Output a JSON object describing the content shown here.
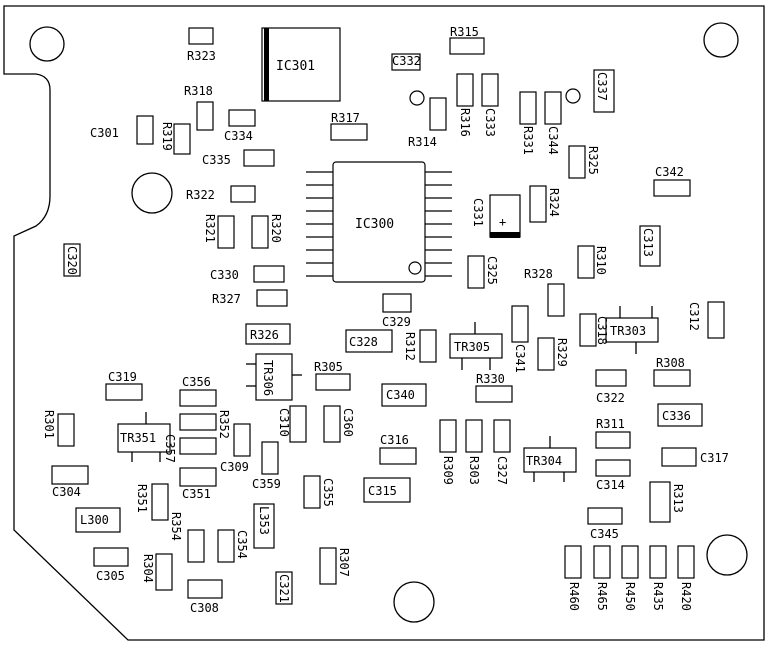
{
  "board": {
    "ics": {
      "ic300": "IC300",
      "ic301": "IC301"
    },
    "transistors": {
      "tr303": "TR303",
      "tr304": "TR304",
      "tr305": "TR305",
      "tr306": "TR306",
      "tr351": "TR351"
    },
    "components": [
      "R323",
      "R318",
      "C301",
      "R319",
      "C334",
      "C335",
      "R322",
      "R321",
      "R320",
      "C320",
      "C330",
      "R327",
      "R326",
      "R317",
      "C332",
      "R315",
      "R314",
      "R316",
      "C333",
      "C337",
      "R331",
      "C344",
      "R325",
      "C342",
      "C331",
      "R324",
      "C313",
      "R310",
      "R328",
      "C325",
      "C329",
      "C328",
      "R312",
      "R305",
      "C341",
      "R329",
      "C318",
      "C312",
      "R308",
      "C322",
      "C319",
      "C356",
      "R301",
      "R352",
      "C357",
      "C309",
      "C310",
      "C360",
      "C340",
      "R330",
      "C336",
      "R311",
      "C317",
      "C314",
      "R313",
      "C304",
      "C351",
      "C359",
      "C316",
      "R309",
      "R303",
      "C327",
      "C315",
      "C355",
      "L300",
      "R351",
      "R354",
      "C354",
      "L353",
      "C345",
      "C305",
      "R304",
      "C308",
      "C321",
      "R307",
      "R460",
      "R465",
      "R450",
      "R435",
      "R420"
    ]
  }
}
